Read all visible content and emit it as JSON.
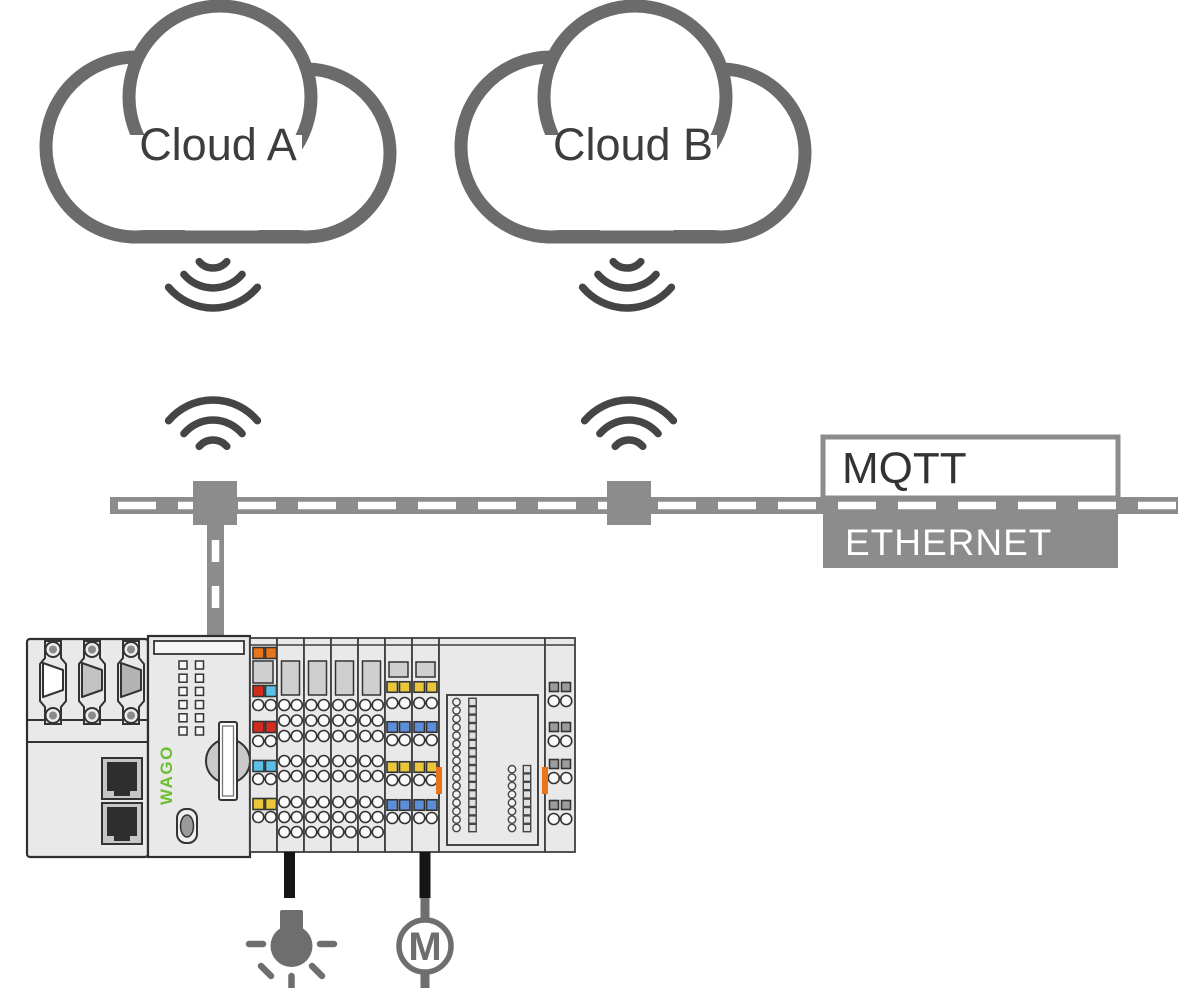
{
  "clouds": [
    {
      "label": "Cloud A"
    },
    {
      "label": "Cloud B"
    }
  ],
  "network": {
    "protocol": "MQTT",
    "bus": "ETHERNET"
  },
  "plc": {
    "brand": "WAGO"
  },
  "motor": {
    "label": "M"
  },
  "icons": {
    "wireless": "wifi-icon",
    "cloud": "cloud-icon",
    "lamp": "lamp-icon",
    "motor": "motor-icon"
  },
  "colors": {
    "cloud_outline": "#6b6b6b",
    "wireless": "#454545",
    "bus_gray": "#8c8c8c",
    "plc_body": "#e9e9e9",
    "outline": "#333333",
    "wago_green": "#6cbf2f",
    "led_orange": "#e8751a",
    "led_red": "#d32b1e",
    "led_cyan": "#5bc0e8",
    "led_blue": "#5b8dd9",
    "led_yellow": "#eac63c",
    "cable_black": "#151515",
    "actuator_gray": "#6e6e6e"
  }
}
